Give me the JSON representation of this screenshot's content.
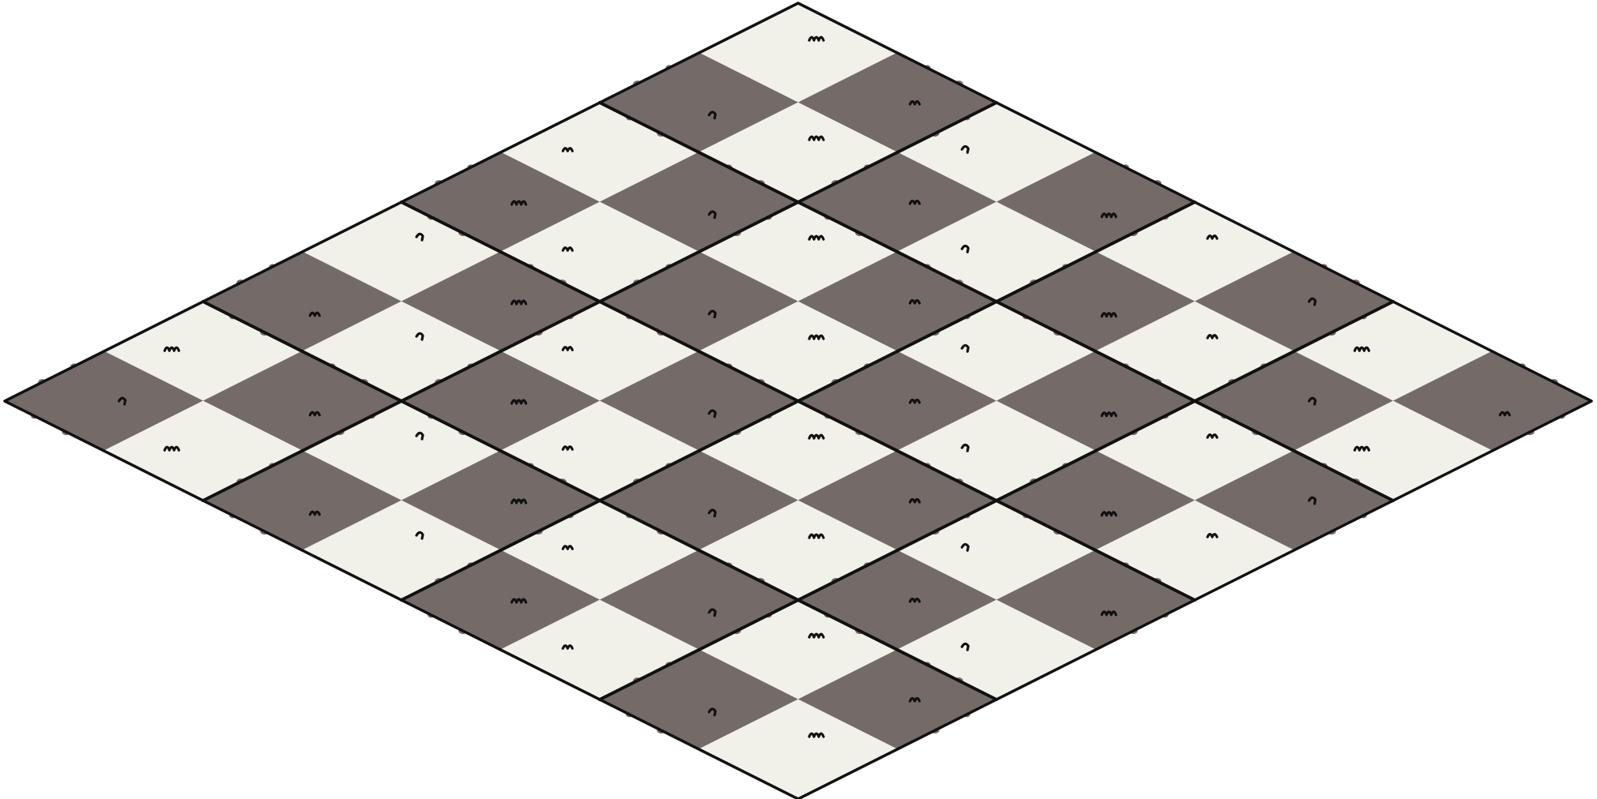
{
  "board": {
    "kind": "isometric-checkerboard",
    "grid_size": [
      4,
      4
    ],
    "squares_per_tile": [
      2,
      2
    ],
    "colors": {
      "light": "#f1f1ea",
      "dark": "#746b69",
      "outline": "#111111",
      "background": "#ffffff"
    },
    "decorations": [
      "grass-tuft-icon",
      "knob-edge-icon"
    ]
  }
}
